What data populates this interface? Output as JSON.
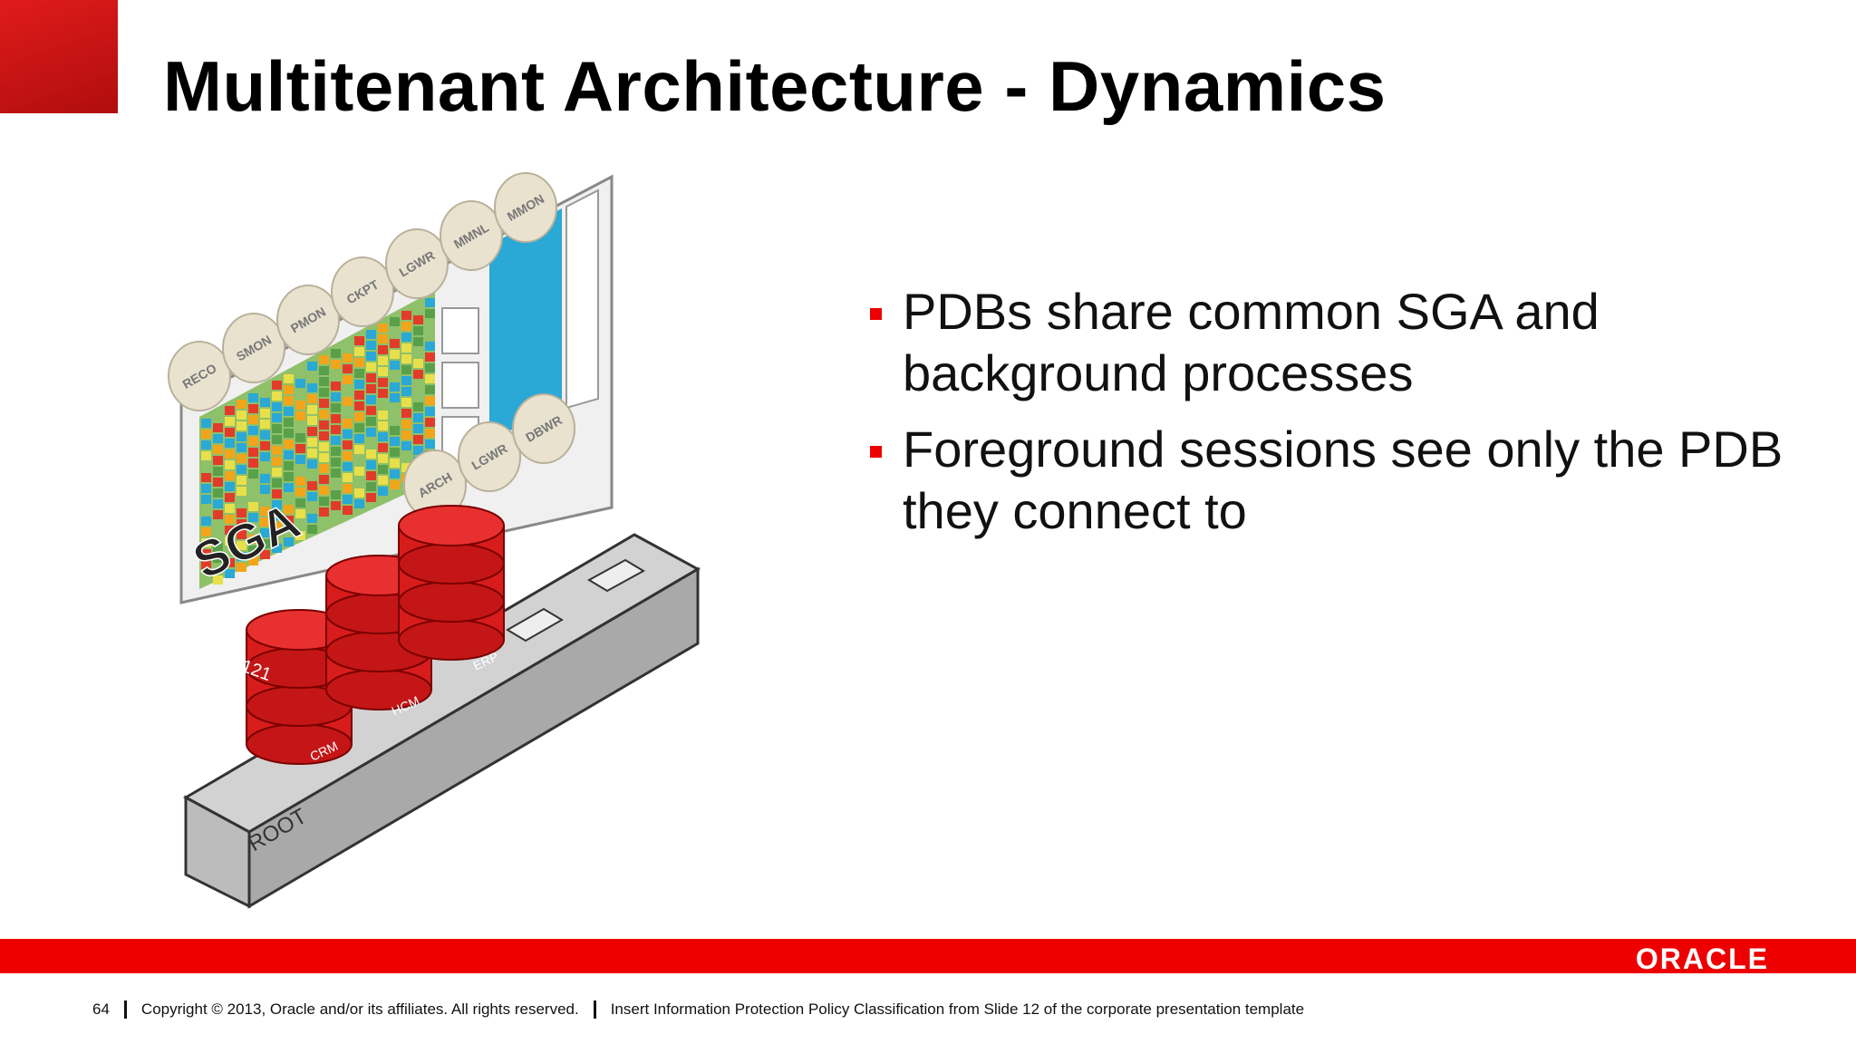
{
  "slide": {
    "title": "Multitenant Architecture - Dynamics",
    "bullets": [
      "PDBs share common SGA and background processes",
      "Foreground sessions see only the PDB they connect to"
    ]
  },
  "diagram": {
    "sga_label": "SGA",
    "root_label": "ROOT",
    "processes_top": [
      "RECO",
      "SMON",
      "PMON",
      "CKPT",
      "LGWR",
      "MMNL",
      "MMON"
    ],
    "processes_bottom": [
      "ARCH",
      "LGWR",
      "DBWR"
    ],
    "pdb_labels": [
      "121",
      "CRM",
      "HCM",
      "ERP"
    ]
  },
  "footer": {
    "page_number": "64",
    "copyright": "Copyright © 2013, Oracle and/or its affiliates. All rights reserved.",
    "policy": "Insert Information Protection Policy Classification from Slide 12 of the corporate presentation template"
  },
  "brand": {
    "logo": "ORACLE",
    "accent": "#ee0000"
  }
}
